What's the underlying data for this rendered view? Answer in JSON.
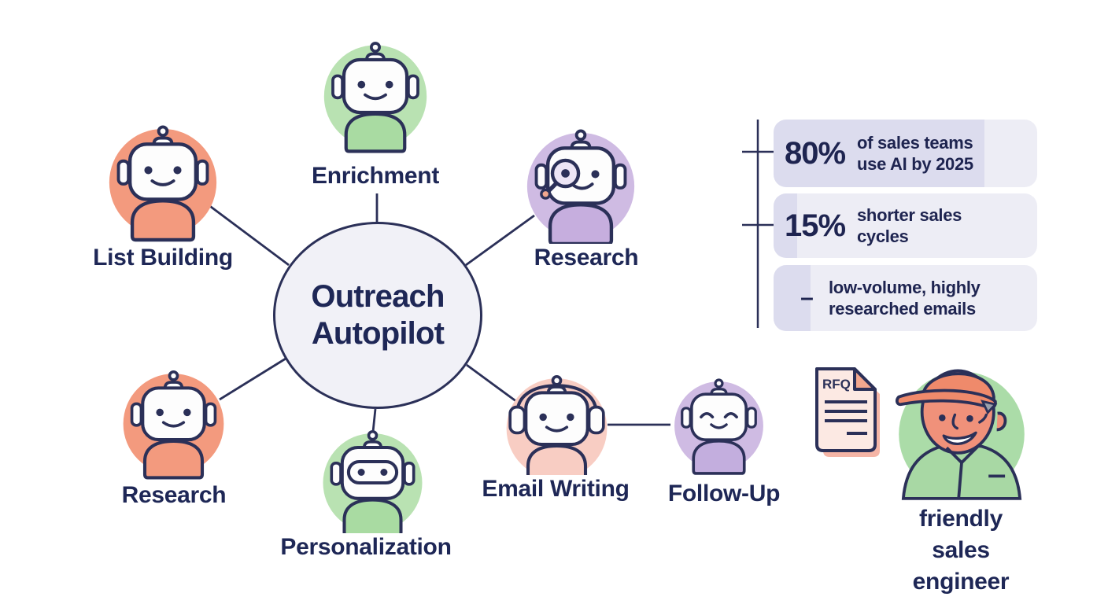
{
  "hub": {
    "title_line1": "Outreach",
    "title_line2": "Autopilot"
  },
  "nodes": [
    {
      "id": "enrichment",
      "label": "Enrichment",
      "icon": "robot-icon",
      "circle_color": "#b9e2b2",
      "body_color": "#a9dba2"
    },
    {
      "id": "list-building",
      "label": "List Building",
      "icon": "robot-icon",
      "circle_color": "#f39a7e",
      "body_color": "#f39a7e"
    },
    {
      "id": "research-top",
      "label": "Research",
      "icon": "robot-magnifier-icon",
      "circle_color": "#cfbbe3",
      "body_color": "#c6aede"
    },
    {
      "id": "research-bottom",
      "label": "Research",
      "icon": "robot-icon",
      "circle_color": "#f39a7e",
      "body_color": "#f39a7e"
    },
    {
      "id": "personalization",
      "label": "Personalization",
      "icon": "robot-visor-icon",
      "circle_color": "#b9e2b2",
      "body_color": "#a9dba2"
    },
    {
      "id": "email-writing",
      "label": "Email Writing",
      "icon": "robot-headphones-icon",
      "circle_color": "#f8cdc3",
      "body_color": "#f8cdc3"
    },
    {
      "id": "follow-up",
      "label": "Follow-Up",
      "icon": "robot-happy-icon",
      "circle_color": "#cfbbe3",
      "body_color": "#c3aede"
    }
  ],
  "stats": [
    {
      "value": "80%",
      "description": "of sales teams\nuse AI by 2025",
      "bar_fill": "80%"
    },
    {
      "value": "15%",
      "description": "shorter sales\ncycles",
      "bar_fill": "9%"
    },
    {
      "value": "–",
      "description": "low-volume, highly\nresearched emails",
      "bar_fill": "14%"
    }
  ],
  "annotation": {
    "document_label": "RFQ",
    "document_icon": "rfq-document-icon",
    "figure_icon": "sales-engineer-avatar",
    "figure_label": "friendly\nsales engineer"
  },
  "colors": {
    "outline_navy": "#2b3058",
    "text_navy": "#1e2756",
    "hub_fill": "#f1f1f7",
    "stat_bar_dark": "#dcdcee",
    "stat_bar_light": "#ededf5",
    "green": "#b9e2b2",
    "orange": "#f39a7e",
    "purple": "#cfbbe3",
    "pink": "#f8cdc3",
    "doc_page": "#fce9e3",
    "doc_shadow": "#f5b5a6",
    "doc_fold": "#f2a78e",
    "skin": "#f0917a",
    "cap_orange": "#ef8a6b",
    "shirt_green": "#a8d8a4"
  }
}
